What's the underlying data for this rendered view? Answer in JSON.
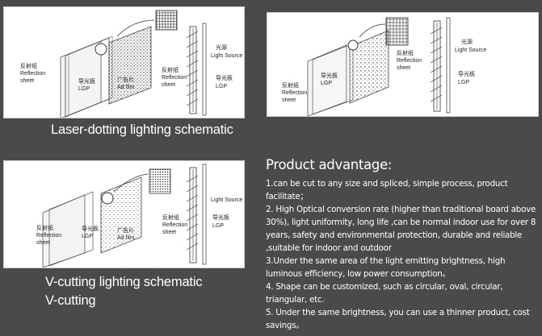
{
  "diagrams": {
    "laser": {
      "caption": "Laser-dotting lighting schematic",
      "labels": {
        "reflection_cn": "反射纸",
        "reflection_en1": "Reflection",
        "reflection_en2": "sheet",
        "lgp_cn": "导光板",
        "lgp_en": "LGP",
        "ad_cn": "广告片",
        "ad_en": "Ad film",
        "refl2_cn": "反射纸",
        "refl2_en1": "Reflection",
        "refl2_en2": "sheet",
        "light_cn": "光源",
        "light_en": "Light Source",
        "lgp2_cn": "导光板",
        "lgp2_en": "LGP"
      }
    },
    "top_right": {
      "labels": {
        "reflection_cn": "反射纸",
        "reflection_en1": "Reflection",
        "reflection_en2": "sheet",
        "lgp_cn": "导光板",
        "lgp_en": "LGP",
        "light_cn": "光源",
        "light_en": "Light Source",
        "refl2_cn": "反射纸",
        "refl2_en1": "Reflection",
        "refl2_en2": "sheet",
        "lgp2_cn": "导光板",
        "lgp2_en": "LGP"
      }
    },
    "vcut": {
      "caption_line1": "V-cutting lighting schematic",
      "caption_line2": "V-cutting",
      "labels": {
        "reflection_cn": "反射纸",
        "reflection_en1": "Reflection",
        "reflection_en2": "sheet",
        "lgp_cn": "导光板",
        "lgp_en": "LGP",
        "ad_cn": "广告片",
        "ad_en": "Ad film",
        "light_en": "Light Source",
        "refl2_cn": "反射纸",
        "refl2_en1": "Reflection",
        "refl2_en2": "sheet",
        "lgp2_cn": "导光板",
        "lgp2_en": "LGP"
      }
    }
  },
  "advantage": {
    "title": "Product advantage:",
    "items": [
      "1.can be cut to any size and spliced, simple process, product facilitate；",
      "2. High Optical conversion rate (higher than traditional board above 30%), light uniformity, long life ,can be normal indoor use for over 8 years, safety and environmental protection, durable and reliable ,suitable for indoor and outdoor",
      "3.Under the same area of the light emitting brightness, high luminous efficiency, low power consumption。",
      "4. Shape can be customized, such as circular, oval, circular, triangular, etc.",
      "5. Under the same brightness, you can use a thinner product, cost savings。"
    ]
  }
}
